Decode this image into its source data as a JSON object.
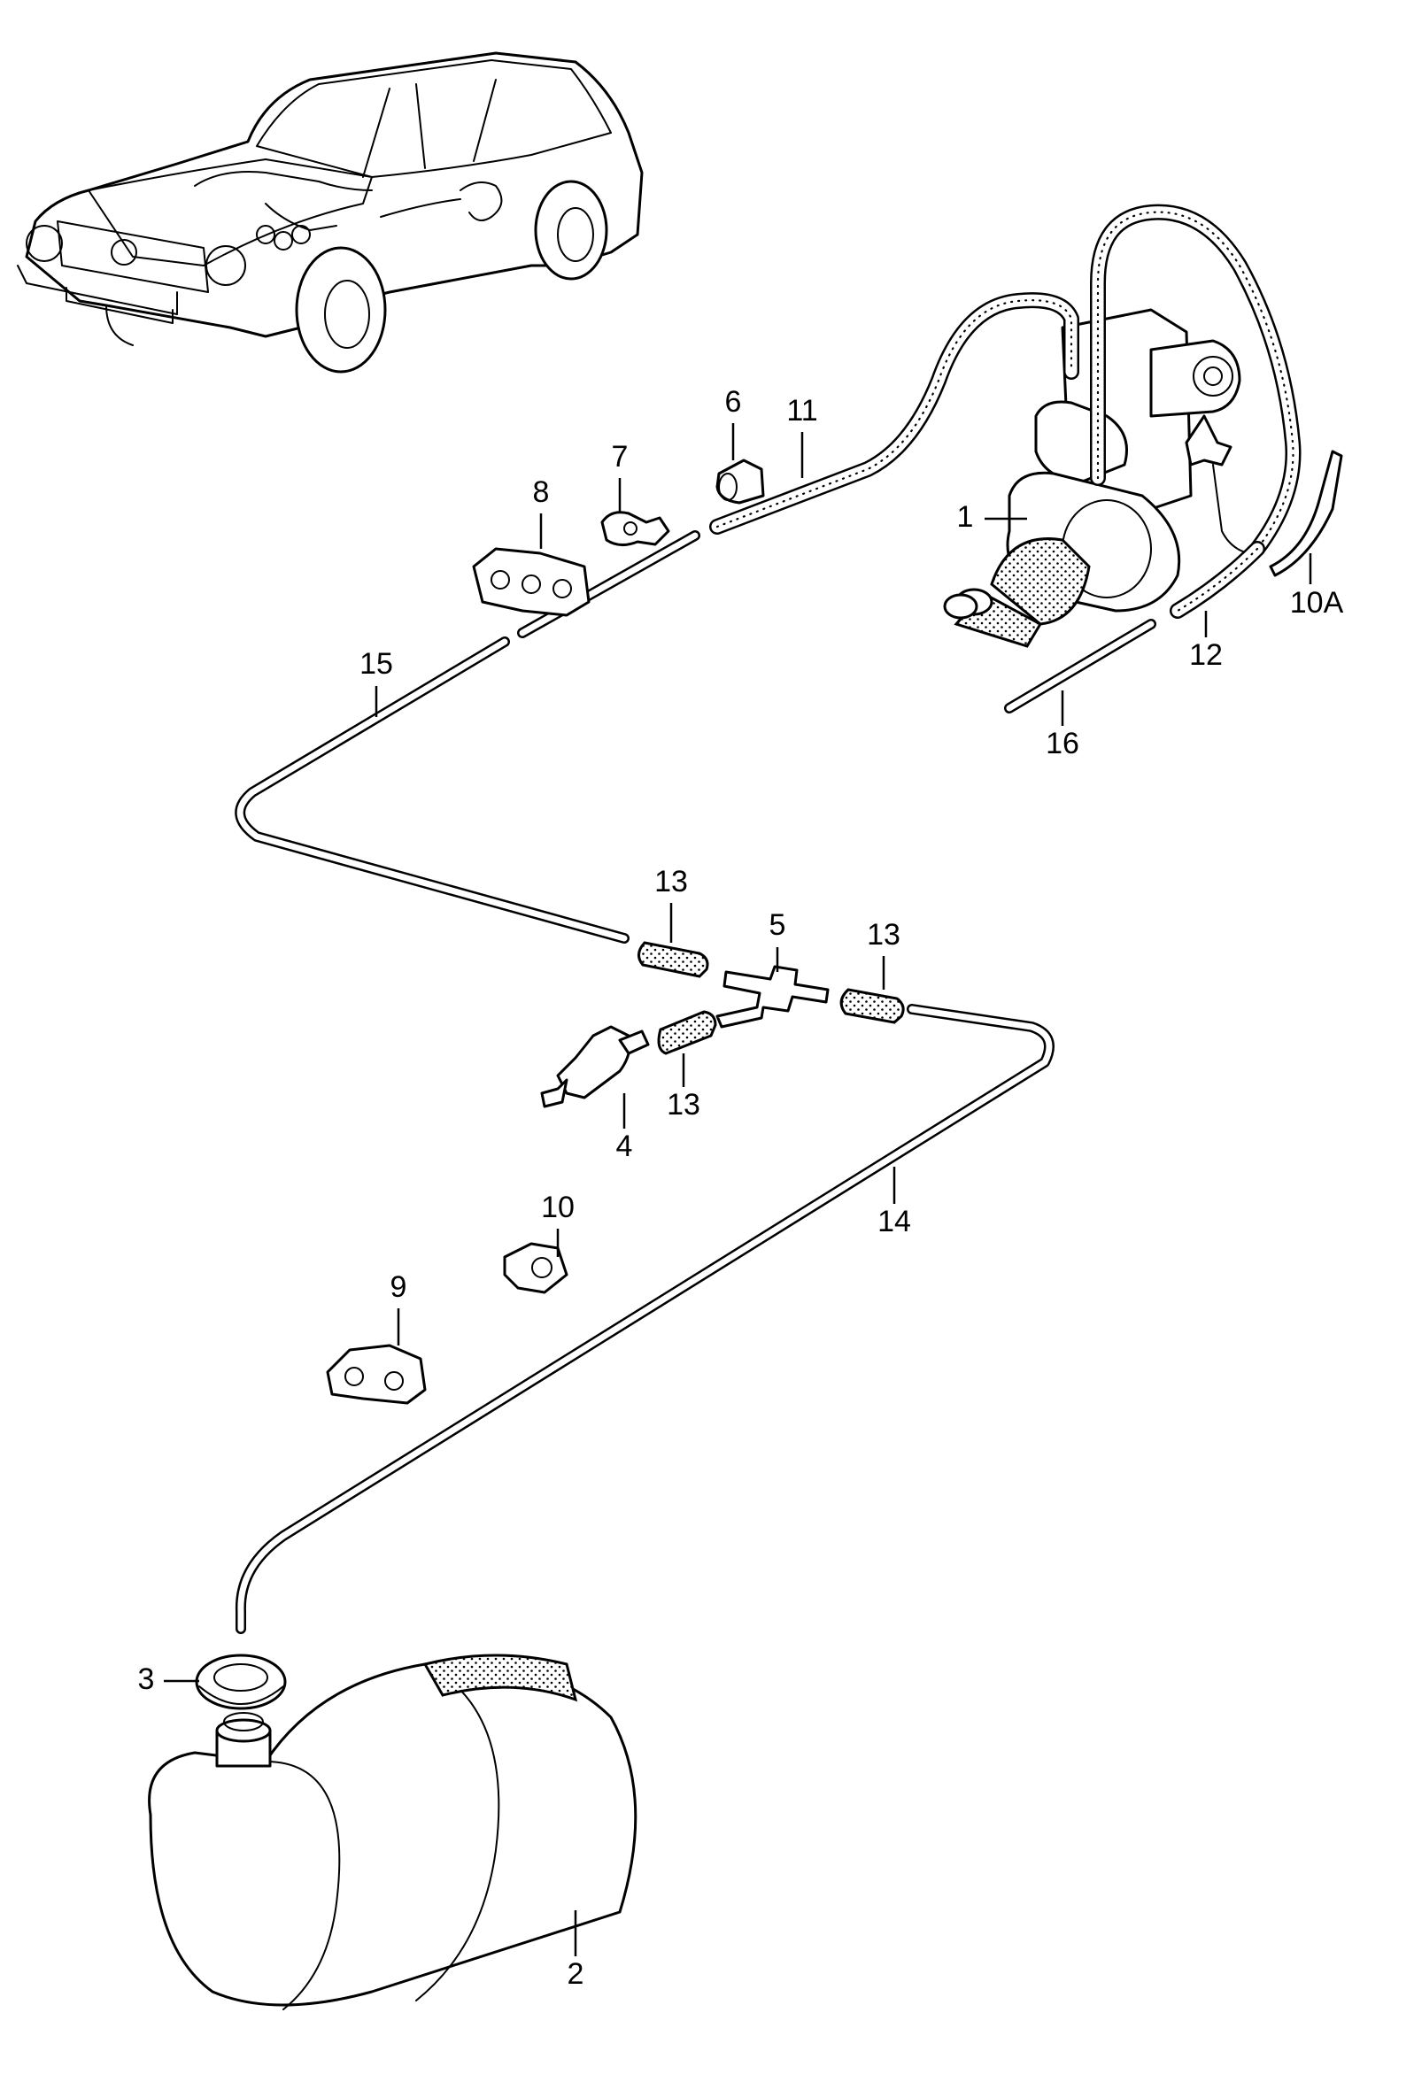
{
  "diagram": {
    "callouts": [
      {
        "id": "1",
        "label": "1"
      },
      {
        "id": "2",
        "label": "2"
      },
      {
        "id": "3",
        "label": "3"
      },
      {
        "id": "4",
        "label": "4"
      },
      {
        "id": "5",
        "label": "5"
      },
      {
        "id": "6",
        "label": "6"
      },
      {
        "id": "7",
        "label": "7"
      },
      {
        "id": "8",
        "label": "8"
      },
      {
        "id": "9",
        "label": "9"
      },
      {
        "id": "10",
        "label": "10"
      },
      {
        "id": "10A",
        "label": "10A"
      },
      {
        "id": "11",
        "label": "11"
      },
      {
        "id": "12",
        "label": "12"
      },
      {
        "id": "13a",
        "label": "13"
      },
      {
        "id": "13b",
        "label": "13"
      },
      {
        "id": "13c",
        "label": "13"
      },
      {
        "id": "14",
        "label": "14"
      },
      {
        "id": "15",
        "label": "15"
      },
      {
        "id": "16",
        "label": "16"
      }
    ]
  }
}
